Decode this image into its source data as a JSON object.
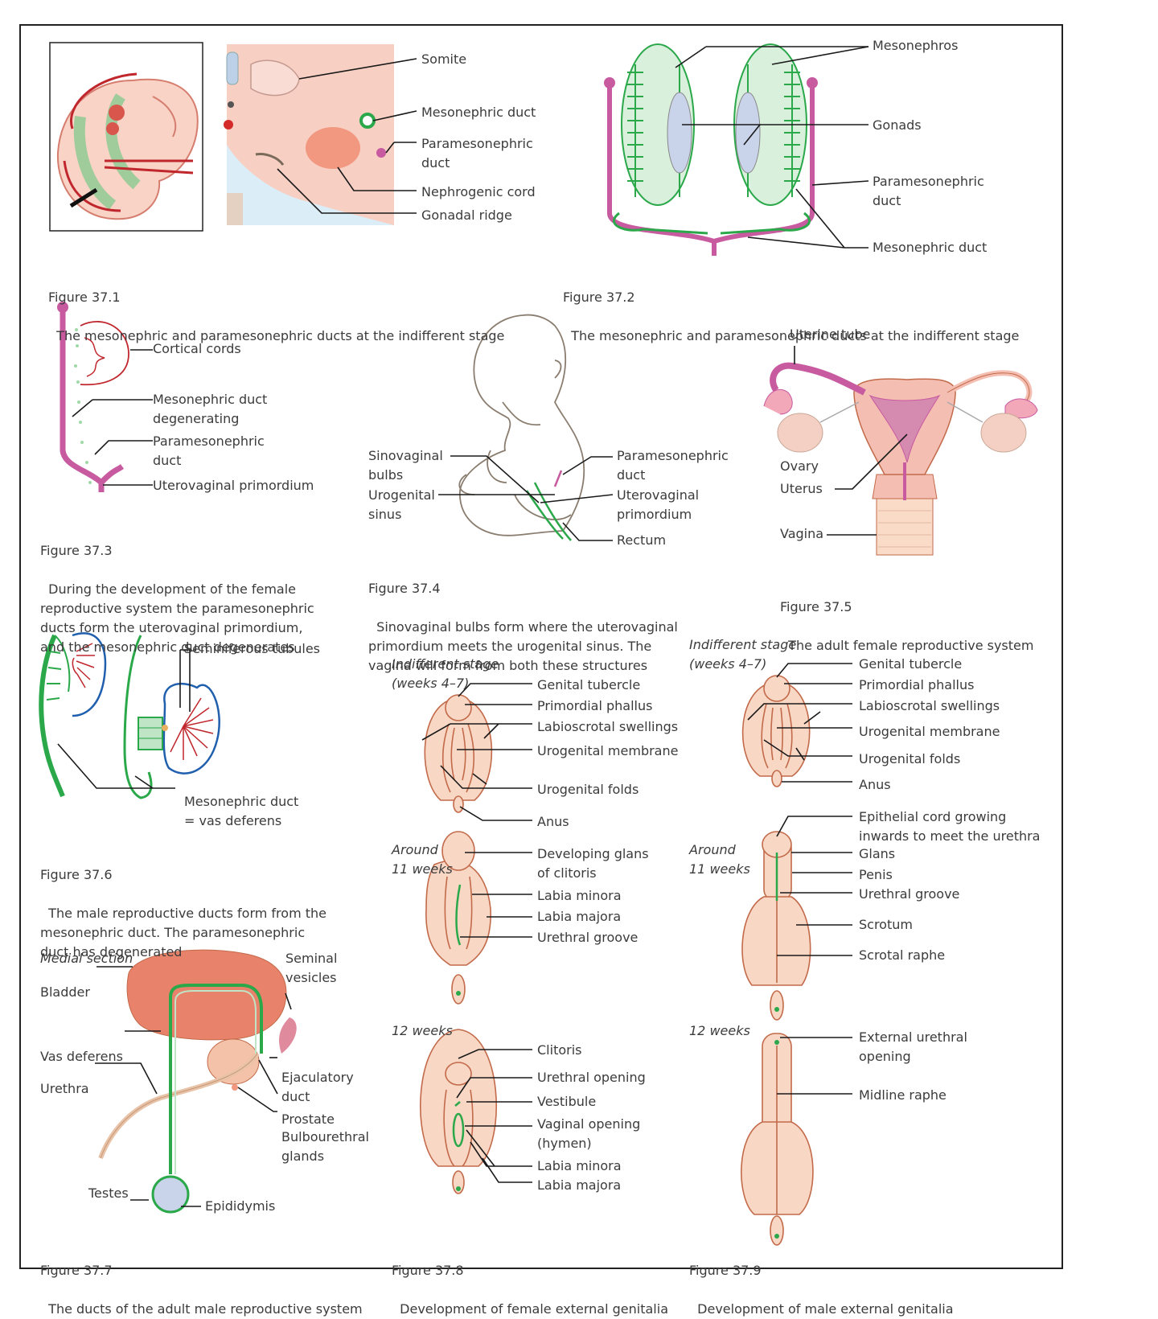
{
  "figures": {
    "f371": {
      "number": "Figure 37.1",
      "caption": "The mesonephric and paramesonephric ducts at the indifferent stage",
      "labels": {
        "somite": "Somite",
        "mesonephric_duct": "Mesonephric duct",
        "paramesonephric_duct": "Paramesonephric\nduct",
        "nephrogenic_cord": "Nephrogenic cord",
        "gonadal_ridge": "Gonadal ridge"
      }
    },
    "f372": {
      "number": "Figure 37.2",
      "caption": "The mesonephric and paramesonephric ducts at the indifferent stage",
      "labels": {
        "mesonephros": "Mesonephros",
        "gonads": "Gonads",
        "paramesonephric_duct": "Paramesonephric\nduct",
        "mesonephric_duct": "Mesonephric duct"
      }
    },
    "f373": {
      "number": "Figure 37.3",
      "caption": "During the development of the female\nreproductive system the paramesonephric\nducts form the uterovaginal primordium,\nand the mesonephric duct degenerates",
      "labels": {
        "cortical_cords": "Cortical cords",
        "mesonephric_duct_degenerating": "Mesonephric duct\ndegenerating",
        "paramesonephric_duct": "Paramesonephric\nduct",
        "uterovaginal_primordium": "Uterovaginal primordium"
      }
    },
    "f374": {
      "number": "Figure 37.4",
      "caption": "Sinovaginal bulbs form where the uterovaginal\nprimordium meets the urogenital sinus. The\nvagina will form from both these structures",
      "labels": {
        "sinovaginal_bulbs": "Sinovaginal\nbulbs",
        "urogenital_sinus": "Urogenital\nsinus",
        "paramesonephric_duct": "Paramesonephric\nduct",
        "uterovaginal_primordium": "Uterovaginal\nprimordium",
        "rectum": "Rectum"
      }
    },
    "f375": {
      "number": "Figure 37.5",
      "caption": "The adult female reproductive system",
      "labels": {
        "uterine_tube": "Uterine tube",
        "ovary": "Ovary",
        "uterus": "Uterus",
        "vagina": "Vagina"
      }
    },
    "f376": {
      "number": "Figure 37.6",
      "caption": "The male reproductive ducts form from the\nmesonephric duct. The paramesonephric\nduct has degenerated",
      "labels": {
        "seminiferous_tubules": "Seminiferous tubules",
        "mesonephric_duct": "Mesonephric duct\n= vas deferens"
      }
    },
    "f377": {
      "number": "Figure 37.7",
      "caption": "The ducts of the adult male reproductive system",
      "labels": {
        "medial_section": "Medial section",
        "bladder": "Bladder",
        "seminal_vesicles": "Seminal\nvesicles",
        "vas_deferens": "Vas deferens",
        "urethra": "Urethra",
        "ejaculatory_duct": "Ejaculatory\nduct",
        "prostate": "Prostate",
        "bulbourethral_glands": "Bulbourethral\nglands",
        "testes": "Testes",
        "epididymis": "Epididymis"
      }
    },
    "f378": {
      "number": "Figure 37.8",
      "caption": "Development of female external genitalia",
      "stage1": "Indifferent stage\n(weeks 4–7)",
      "stage2": "Around\n11 weeks",
      "stage3": "12 weeks",
      "labels": {
        "genital_tubercle": "Genital tubercle",
        "primordial_phallus": "Primordial phallus",
        "labioscrotal_swellings": "Labioscrotal swellings",
        "urogenital_membrane": "Urogenital membrane",
        "urogenital_folds": "Urogenital folds",
        "anus": "Anus",
        "developing_glans": "Developing glans\nof clitoris",
        "labia_minora": "Labia minora",
        "labia_majora": "Labia majora",
        "urethral_groove": "Urethral groove",
        "clitoris": "Clitoris",
        "urethral_opening": "Urethral opening",
        "vestibule": "Vestibule",
        "vaginal_opening": "Vaginal opening\n(hymen)",
        "labia_minora_2": "Labia minora",
        "labia_majora_2": "Labia majora"
      }
    },
    "f379": {
      "number": "Figure 37.9",
      "caption": "Development of male external genitalia",
      "stage1": "Indifferent stage\n(weeks 4–7)",
      "stage2": "Around\n11 weeks",
      "stage3": "12 weeks",
      "labels": {
        "genital_tubercle": "Genital tubercle",
        "primordial_phallus": "Primordial phallus",
        "labioscrotal_swellings": "Labioscrotal swellings",
        "urogenital_membrane": "Urogenital membrane",
        "urogenital_folds": "Urogenital folds",
        "anus": "Anus",
        "epithelial_cord": "Epithelial cord growing\ninwards to meet the urethra",
        "glans": "Glans",
        "penis": "Penis",
        "urethral_groove": "Urethral groove",
        "scrotum": "Scrotum",
        "scrotal_raphe": "Scrotal raphe",
        "external_urethral_opening": "External urethral\nopening",
        "midline_raphe": "Midline raphe"
      }
    }
  },
  "colors": {
    "skin": "#f8d7c4",
    "skin_line": "#c26a4a",
    "pink": "#f4bfb2",
    "magenta": "#c85aa0",
    "green": "#2aa84a",
    "green_light": "#bfe5c6",
    "red": "#c0272d",
    "blue": "#1f5fae",
    "gonad": "#c9d3ea",
    "bladder": "#e8826a"
  }
}
